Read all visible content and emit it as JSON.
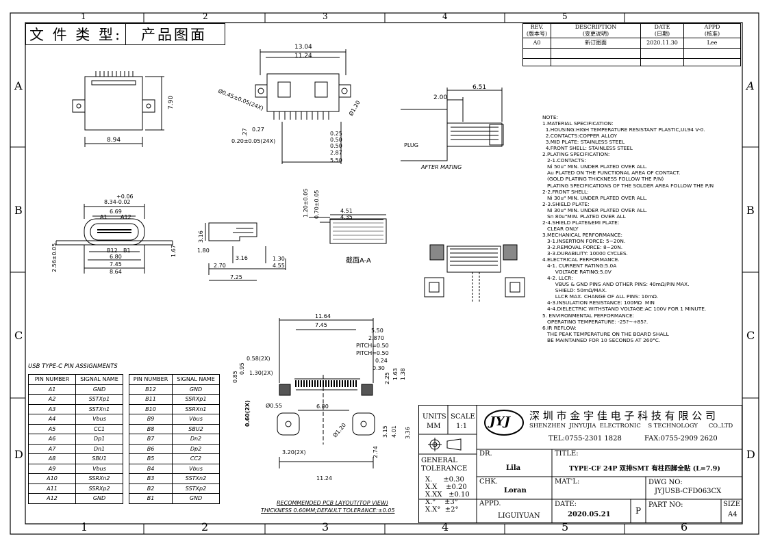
{
  "doc_type": {
    "label": "文 件 类 型:",
    "value": "产品图面"
  },
  "frame": {
    "col_labels": [
      "1",
      "2",
      "3",
      "4",
      "5",
      "6"
    ],
    "row_labels": [
      "A",
      "B",
      "C",
      "D"
    ]
  },
  "revision": {
    "headers": [
      "REV.\n(版本号)",
      "DESCRIPTION\n(变更说明)",
      "DATE\n(日期)",
      "APPD\n(核准)"
    ],
    "rows": [
      [
        "A0",
        "新订图面",
        "2020.11.30",
        "Lee"
      ]
    ]
  },
  "top_view": {
    "width_dim": "8.94",
    "height_dim": "7.90"
  },
  "front_view": {
    "dims": [
      "13.04",
      "11.24",
      "Ø0.45±0.05(24X)",
      "Ø1.20",
      "0.27",
      "0.20±0.05(24X)",
      "0.25",
      "0.50",
      "0.50",
      "2.87",
      "5.50",
      ".27"
    ]
  },
  "mating_view": {
    "dims": [
      "6.51",
      "2.00"
    ],
    "plug_label": "PLUG",
    "caption": "AFTER MATING"
  },
  "end_view": {
    "dims": [
      "+0.06",
      "8.34-0.02",
      "6.69",
      "A1",
      "A12",
      "B12",
      "B1",
      "6.80",
      "7.45",
      "8.64",
      "2.56±0.05",
      "1.67"
    ]
  },
  "side_view": {
    "dims": [
      "3.16",
      "1.80",
      "3.16",
      "1.30",
      "2.70",
      "4.55",
      "7.25"
    ]
  },
  "section_view": {
    "dims": [
      "1.20±0.05",
      "0.70±0.05",
      "4.51",
      "4.35"
    ],
    "label": "截面A-A"
  },
  "pcb_layout": {
    "dims": [
      "11.64",
      "7.45",
      "5.50",
      "2.870",
      "PITCH=0.50",
      "PITCH=0.50",
      "0.24",
      "0.30",
      "0.58(2X)",
      "1.30(2X)",
      "0.95",
      "0.85",
      "2.25",
      "1.63",
      "1.38",
      "Ø0.55",
      "6.80",
      "0.60(2X)",
      "Ø1.20",
      "3.15",
      "4.01",
      "3.36",
      "3.20(2X)",
      "2.74",
      "11.24"
    ],
    "caption1": "RECOMMENDED PCB LAYOUT(TOP VIEW)",
    "caption2": "THICKNESS 0.60MM;DEFAULT TOLERANCE:±0.05"
  },
  "notes": [
    "NOTE:",
    "1.MATERIAL SPECIFICATION:",
    "  1.HOUSING:HIGH TEMPERATURE RESISTANT PLASTIC,UL94 V-0.",
    "  2.CONTACTS:COPPER ALLOY",
    "  3.MID PLATE: STAINLESS STEEL",
    "  4.FRONT SHELL: STAINLESS STEEL",
    "2.PLATING SPECIFICATION:",
    "   2-1.CONTACTS:",
    "   Ni 50u\" MIN. UNDER PLATED OVER ALL.",
    "   Au PLATED ON THE FUNCTIONAL AREA OF CONTACT.",
    "   (GOLD PLATING THICKNESS FOLLOW THE P/N)",
    "   PLATING SPECIFICATIONS OF THE SOLDER AREA FOLLOW THE P/N",
    "2-2.FRONT SHELL:",
    "   Ni 30u\" MIN. UNDER PLATED OVER ALL.",
    "2-3.SHIELD PLATE:",
    "   Ni 30u\" MIN. UNDER PLATED OVER ALL.",
    "   Sn 80u\"MIN. PLATED OVER ALL",
    "2-4.SHIELD PLATE&EMI PLATE:",
    "   CLEAR ONLY",
    "3.MECHANICAL PERFORMANCE:",
    "   3-1.INSERTION FORCE: 5~20N.",
    "   3-2.REMOVAL FORCE: 8~20N.",
    "   3-3.DURABILITY: 10000 CYCLES.",
    "4.ELECTRICAL PERFORMANCE.",
    "   4-1. CURRENT RATING:5.0A",
    "        VOLTAGE RATING:5.0V",
    "   4-2. LLCR:",
    "        VBUS & GND PINS AND OTHER PINS: 40mΩ/PIN MAX.",
    "        SHIELD: 50mΩ/MAX.",
    "        LLCR MAX. CHANGE OF ALL PINS: 10mΩ.",
    "   4-3.INSULATION RESISTANCE: 100MΩ  MIN",
    "   4-4.DIELECTRIC WITHSTAND VOLTAGE:AC 100V FOR 1 MINUTE.",
    "5. ENVIRONMENTAL PERFORMANCE:",
    "   OPERATING TEMPERATURE: -25?~+85?.",
    "6.IR REFLOW:",
    "   THE PEAK TEMPERATURE ON THE BOARD SHALL",
    "   BE MAINTAINED FOR 10 SECONDS AT 260°C."
  ],
  "pin_table": {
    "title": "USB TYPE-C PIN ASSIGNMENTS",
    "headers": [
      "PIN NUMBER",
      "SIGNAL NAME",
      "PIN NUMBER",
      "SIGNAL NAME"
    ],
    "rows": [
      [
        "A1",
        "GND",
        "B12",
        "GND"
      ],
      [
        "A2",
        "SSTXp1",
        "B11",
        "SSRXp1"
      ],
      [
        "A3",
        "SSTXn1",
        "B10",
        "SSRXn1"
      ],
      [
        "A4",
        "Vbus",
        "B9",
        "Vbus"
      ],
      [
        "A5",
        "CC1",
        "B8",
        "SBU2"
      ],
      [
        "A6",
        "Dp1",
        "B7",
        "Dn2"
      ],
      [
        "A7",
        "Dn1",
        "B6",
        "Dp2"
      ],
      [
        "A8",
        "SBU1",
        "B5",
        "CC2"
      ],
      [
        "A9",
        "Vbus",
        "B4",
        "Vbus"
      ],
      [
        "A10",
        "SSRXn2",
        "B3",
        "SSTXn2"
      ],
      [
        "A11",
        "SSRXp2",
        "B2",
        "SSTXp2"
      ],
      [
        "A12",
        "GND",
        "B1",
        "GND"
      ]
    ]
  },
  "title_block": {
    "units_label": "UNITS",
    "units_value": "MM",
    "scale_label": "SCALE",
    "scale_value": "1:1",
    "logo": "JYJ",
    "company_cn": "深 圳 市 金 宇 佳 电 子 科 技 有 限 公 司",
    "company_en": "SHENZHEN  JINYUJIA  ELECTRONIC    S TECHNOLOGY      CO.,LTD",
    "tel": "TEL:0755-2301 1828",
    "fax": "FAX:0755-2909 2620",
    "general_tolerance": "GENERAL\nTOLERANCE",
    "tolerances": [
      "X.     ±0.30",
      "X.X    ±0.20",
      "X.XX   ±0.10",
      "X.°    ±3°",
      "X.X°  ±2°"
    ],
    "dr_label": "DR.",
    "dr_value": "Lila",
    "chk_label": "CHK.",
    "chk_value": "Loran",
    "appd_label": "APPD.",
    "appd_value": "LIGUIYUAN",
    "title_label": "TITLE:",
    "title_value": "TYPE-CF 24P 双排SMT 有柱四脚全贴 (L=7.9)",
    "matl_label": "MAT'L:",
    "dwg_label": "DWG NO:",
    "dwg_value": "JYJUSB-CFD063CX",
    "date_label": "DATE:",
    "date_value": "2020.05.21",
    "p_label": "P",
    "part_label": "PART NO:",
    "size_label": "SIZE",
    "size_value": "A4"
  }
}
